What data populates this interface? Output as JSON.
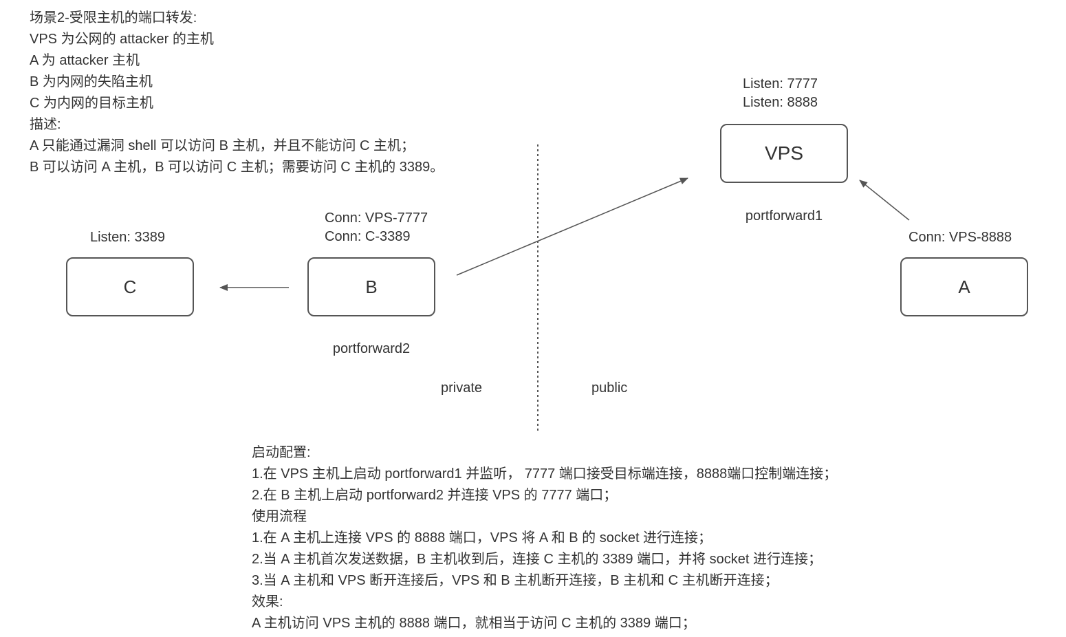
{
  "scenario": {
    "lines": [
      "场景2-受限主机的端口转发:",
      "VPS 为公网的 attacker 的主机",
      "A 为 attacker 主机",
      "B 为内网的失陷主机",
      "C 为内网的目标主机",
      "描述:",
      "A 只能通过漏洞 shell 可以访问 B 主机，并且不能访问 C 主机；",
      "B 可以访问 A 主机，B 可以访问 C 主机；需要访问 C 主机的 3389。"
    ]
  },
  "nodes": {
    "vps": {
      "label": "VPS",
      "listen": [
        "Listen: 7777",
        "Listen: 8888"
      ],
      "program": "portforward1"
    },
    "b": {
      "label": "B",
      "conn": [
        "Conn: VPS-7777",
        "Conn: C-3389"
      ],
      "program": "portforward2"
    },
    "c": {
      "label": "C",
      "listen": "Listen: 3389"
    },
    "a": {
      "label": "A",
      "conn": "Conn: VPS-8888"
    }
  },
  "zones": {
    "private": "private",
    "public": "public"
  },
  "steps": {
    "lines": [
      "启动配置:",
      "1.在 VPS 主机上启动 portforward1 并监听， 7777 端口接受目标端连接，8888端口控制端连接；",
      "2.在 B 主机上启动 portforward2 并连接 VPS 的 7777 端口；",
      "使用流程",
      "1.在 A 主机上连接 VPS 的 8888 端口，VPS 将 A 和 B 的 socket 进行连接；",
      "2.当 A 主机首次发送数据，B 主机收到后，连接 C 主机的 3389 端口，并将 socket 进行连接；",
      "3.当 A 主机和 VPS 断开连接后，VPS 和 B 主机断开连接，B 主机和 C 主机断开连接；",
      "效果:",
      "A 主机访问 VPS 主机的 8888 端口，就相当于访问 C 主机的 3389 端口；"
    ]
  }
}
